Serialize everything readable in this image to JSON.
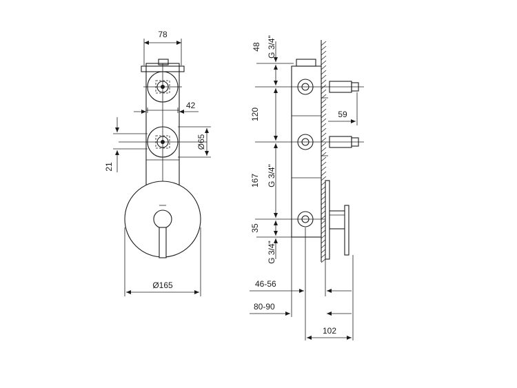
{
  "front_view": {
    "dims": {
      "width_top": "78",
      "spacing": "42",
      "diameter_port": "Ø65",
      "offset": "21",
      "diameter_plate": "Ø165"
    }
  },
  "side_view": {
    "dims": {
      "thread_top": "G 3/4\"",
      "top_48": "48",
      "spacing_120": "120",
      "depth_59": "59",
      "spacing_167": "167",
      "thread_mid": "G 3/4\"",
      "bottom_35": "35",
      "thread_bottom": "G 3/4\"",
      "range_1": "46-56",
      "range_2": "80-90",
      "depth_102": "102"
    }
  }
}
